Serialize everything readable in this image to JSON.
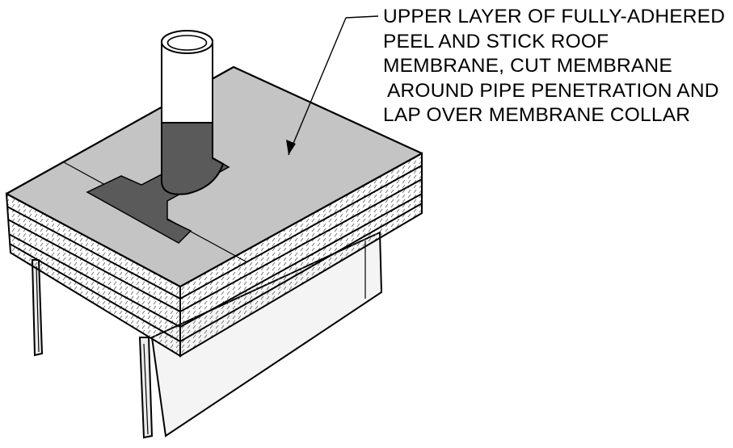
{
  "callout": {
    "lines": [
      "UPPER LAYER OF FULLY-ADHERED",
      "PEEL AND STICK ROOF",
      "MEMBRANE, CUT MEMBRANE",
      "AROUND PIPE PENETRATION AND",
      "LAP OVER MEMBRANE COLLAR"
    ]
  },
  "colors": {
    "membrane_top": "#c4c4c4",
    "membrane_collar": "#5a5a5a",
    "pipe_upper": "#ffffff",
    "pipe_lower": "#5a5a5a",
    "insulation_layer": "#ffffff",
    "rafter_fill": "#f2f2f2"
  },
  "icons": [
    "leader-arrow-icon"
  ]
}
